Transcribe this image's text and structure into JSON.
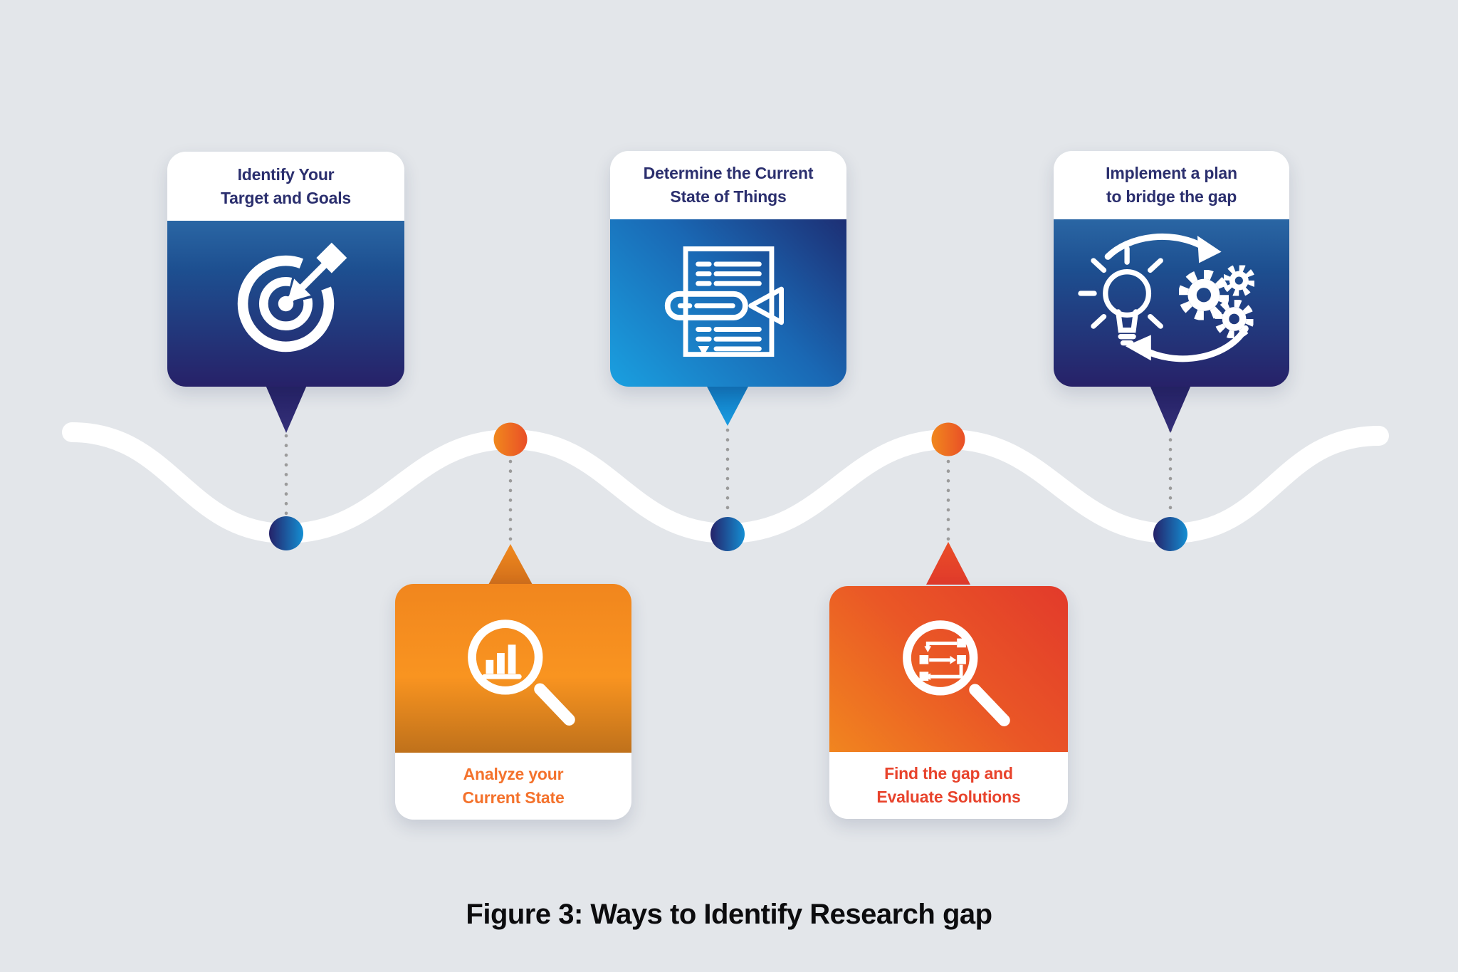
{
  "figure": {
    "caption": "Figure 3: Ways to Identify Research gap",
    "steps": [
      {
        "id": 1,
        "title": "Identify Your\nTarget and Goals",
        "icon": "target-arrow-icon",
        "position": "top",
        "theme": "navy"
      },
      {
        "id": 2,
        "title": "Analyze your\nCurrent State",
        "icon": "magnifier-bar-chart-icon",
        "position": "bottom",
        "theme": "orange"
      },
      {
        "id": 3,
        "title": "Determine the Current\nState of Things",
        "icon": "document-checklist-icon",
        "position": "top",
        "theme": "blue"
      },
      {
        "id": 4,
        "title": "Find the gap and\nEvaluate Solutions",
        "icon": "magnifier-flowchart-icon",
        "position": "bottom",
        "theme": "red-orange"
      },
      {
        "id": 5,
        "title": "Implement a plan\nto bridge the gap",
        "icon": "idea-gears-cycle-icon",
        "position": "top",
        "theme": "navy"
      }
    ],
    "palette": {
      "background": "#e3e6ea",
      "navy": "#272168",
      "steel_blue": "#1d4f90",
      "bright_blue": "#1a9de2",
      "orange": "#f1861e",
      "red_orange": "#e8432c",
      "white": "#ffffff",
      "connector_gray": "#9b9b9b",
      "title_navy": "#2b2f6e"
    }
  }
}
